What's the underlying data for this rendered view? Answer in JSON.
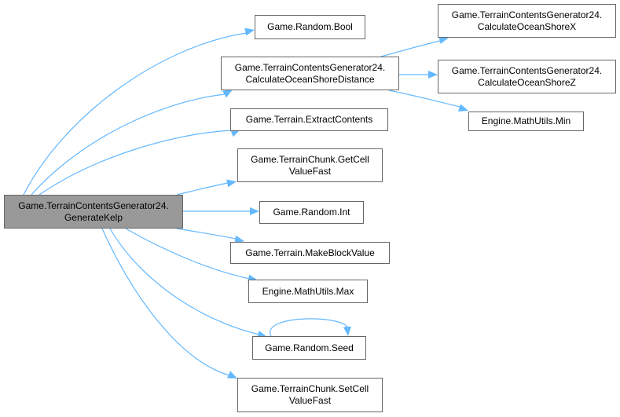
{
  "diagram": {
    "type": "call-graph",
    "edge_color": "#63b8ff",
    "root_fill": "#999999",
    "nodes": [
      {
        "id": "root",
        "lines": [
          "Game.TerrainContentsGenerator24.",
          "GenerateKelp"
        ],
        "highlighted": true
      },
      {
        "id": "bool",
        "lines": [
          "Game.Random.Bool"
        ]
      },
      {
        "id": "cosd",
        "lines": [
          "Game.TerrainContentsGenerator24.",
          "CalculateOceanShoreDistance"
        ]
      },
      {
        "id": "extract",
        "lines": [
          "Game.Terrain.ExtractContents"
        ]
      },
      {
        "id": "getcell",
        "lines": [
          "Game.TerrainChunk.GetCell",
          "ValueFast"
        ]
      },
      {
        "id": "int",
        "lines": [
          "Game.Random.Int"
        ]
      },
      {
        "id": "makeblock",
        "lines": [
          "Game.Terrain.MakeBlockValue"
        ]
      },
      {
        "id": "max",
        "lines": [
          "Engine.MathUtils.Max"
        ]
      },
      {
        "id": "seed",
        "lines": [
          "Game.Random.Seed"
        ]
      },
      {
        "id": "setcell",
        "lines": [
          "Game.TerrainChunk.SetCell",
          "ValueFast"
        ]
      },
      {
        "id": "cosx",
        "lines": [
          "Game.TerrainContentsGenerator24.",
          "CalculateOceanShoreX"
        ]
      },
      {
        "id": "cosz",
        "lines": [
          "Game.TerrainContentsGenerator24.",
          "CalculateOceanShoreZ"
        ]
      },
      {
        "id": "min",
        "lines": [
          "Engine.MathUtils.Min"
        ]
      }
    ],
    "edges": [
      {
        "from": "root",
        "to": "bool"
      },
      {
        "from": "root",
        "to": "cosd"
      },
      {
        "from": "root",
        "to": "extract"
      },
      {
        "from": "root",
        "to": "getcell"
      },
      {
        "from": "root",
        "to": "int"
      },
      {
        "from": "root",
        "to": "makeblock"
      },
      {
        "from": "root",
        "to": "max"
      },
      {
        "from": "root",
        "to": "seed"
      },
      {
        "from": "root",
        "to": "setcell"
      },
      {
        "from": "cosd",
        "to": "cosx"
      },
      {
        "from": "cosd",
        "to": "cosz"
      },
      {
        "from": "cosd",
        "to": "min"
      },
      {
        "from": "seed",
        "to": "seed"
      }
    ]
  }
}
